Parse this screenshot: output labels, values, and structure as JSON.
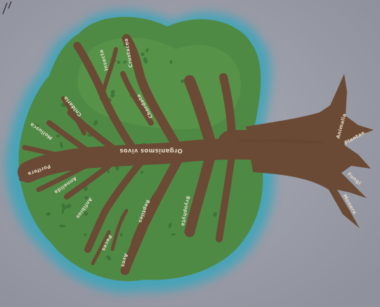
{
  "image": {
    "subject": "hand-painted tree of life on a poster",
    "colors": {
      "paper": "#9fa1ad",
      "shadow": "#3fa0b4",
      "canopy": "#4f8a44",
      "canopy_dark": "#3c7233",
      "trunk": "#6a4a34",
      "label": "#e2d6c6"
    }
  },
  "labels": {
    "main_branch": "Organismos vivos",
    "root_1": "Animalia",
    "root_2": "Plantae",
    "root_3": "Fungi",
    "root_4": "Monera",
    "b1": "Crustacea",
    "b2": "Insecta",
    "b3": "Chordata",
    "b4": "Cnidaria",
    "b5": "Mollusca",
    "b6": "Porifera",
    "b7": "Annelida",
    "b8": "Anfibios",
    "b9": "Reptiles",
    "b10": "Peces",
    "b11": "Aves",
    "b12": "Bryophyta"
  }
}
